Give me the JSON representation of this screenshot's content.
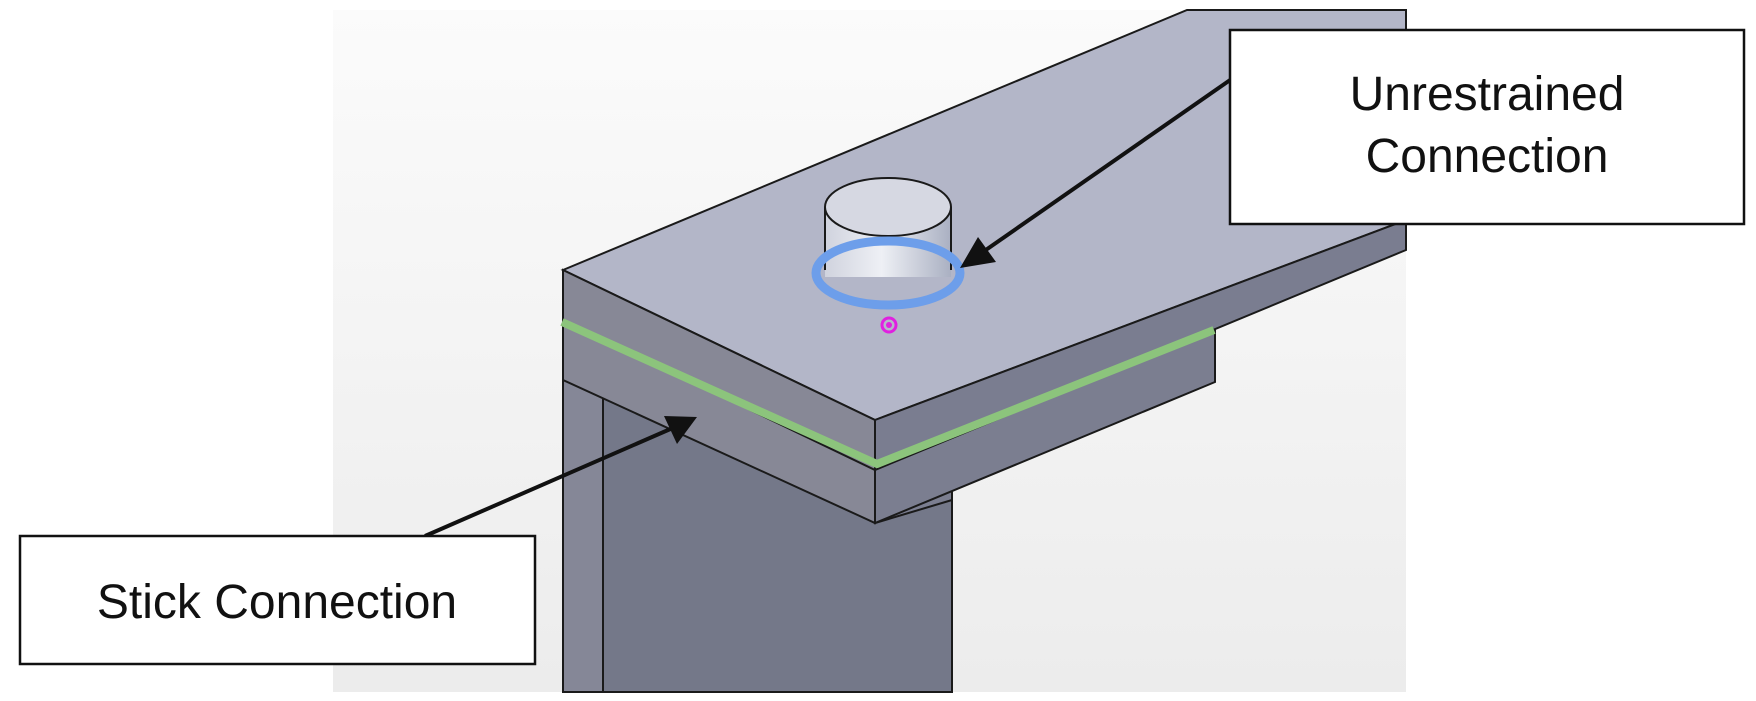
{
  "callouts": {
    "unrestrained": {
      "line1": "Unrestrained",
      "line2": "Connection"
    },
    "stick": {
      "label": "Stick Connection"
    }
  },
  "colors": {
    "background_panel": "#f2f2f2",
    "top_face": "#b3b6c8",
    "front_face": "#878896",
    "side_face": "#7a7d8f",
    "inner_face": "#777b8c",
    "edge": "#1a1a1a",
    "highlight_ring": "#6d9eea",
    "highlight_contact": "#8cc47c",
    "point_marker": "#e020e0"
  }
}
